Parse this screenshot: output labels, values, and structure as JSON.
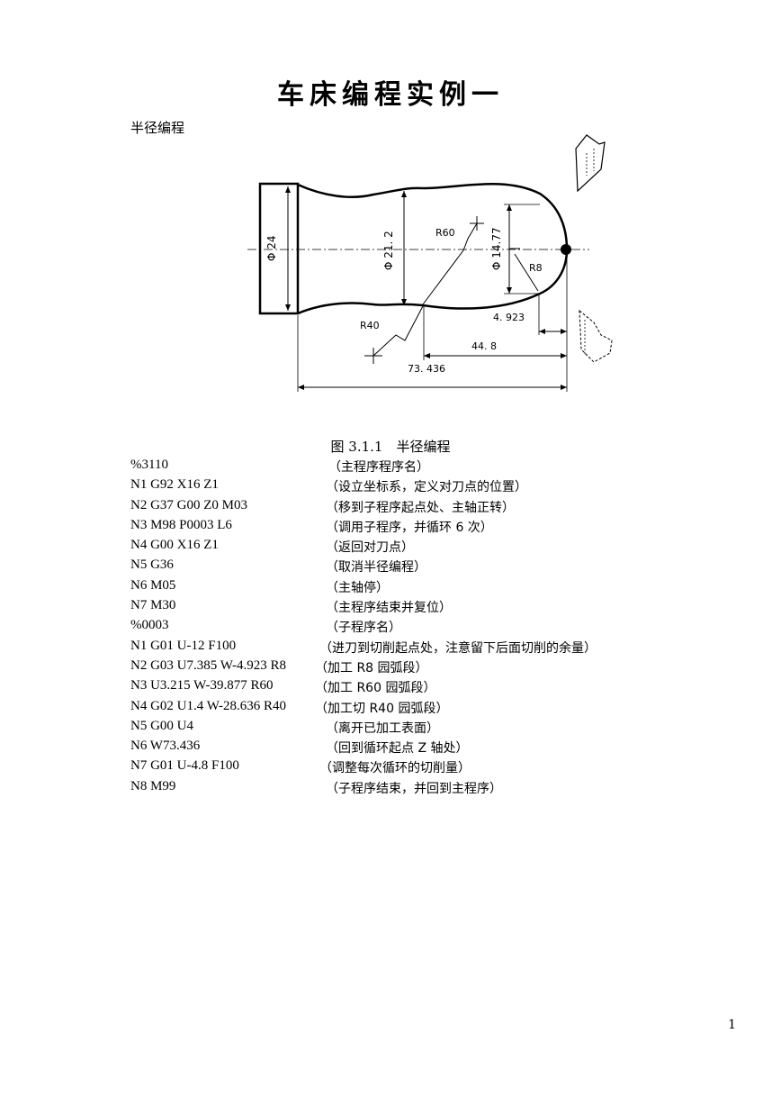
{
  "title": "车床编程实例一",
  "subtitle": "半径编程",
  "figure": {
    "caption": "图 3.1.1　半径编程",
    "labels": {
      "dia24": "Φ 24",
      "dia21": "Φ 21. 2",
      "dia14": "Φ 14.77",
      "r60": "R60",
      "r8": "R8",
      "r40": "R40",
      "dim4923": "4. 923",
      "dim448": "44. 8",
      "dim73436": "73. 436"
    }
  },
  "program": [
    {
      "code": "%3110",
      "comment": "（主程序程序名）"
    },
    {
      "code": "N1 G92 X16 Z1",
      "comment": "（设立坐标系，定义对刀点的位置）"
    },
    {
      "code": "N2 G37 G00 Z0 M03",
      "comment": "（移到子程序起点处、主轴正转）"
    },
    {
      "code": "N3 M98 P0003 L6",
      "comment": "（调用子程序，并循环 6 次）"
    },
    {
      "code": "N4 G00 X16 Z1",
      "comment": "（返回对刀点）"
    },
    {
      "code": "N5 G36",
      "comment": "（取消半径编程）"
    },
    {
      "code": "N6 M05",
      "comment": "（主轴停）"
    },
    {
      "code": "N7 M30",
      "comment": "（主程序结束并复位）"
    },
    {
      "code": "%0003",
      "comment": "（子程序名）"
    },
    {
      "code": "N1 G01 U-12 F100",
      "comment": "（进刀到切削起点处，注意留下后面切削的余量）"
    },
    {
      "code": "N2 G03 U7.385 W-4.923 R8",
      "comment": "（加工 R8 园弧段）"
    },
    {
      "code": "N3 U3.215 W-39.877 R60",
      "comment": "（加工 R60 园弧段）"
    },
    {
      "code": "N4 G02 U1.4 W-28.636 R40",
      "comment": "（加工切 R40 园弧段）"
    },
    {
      "code": "N5 G00 U4",
      "comment": "（离开已加工表面）"
    },
    {
      "code": "N6 W73.436",
      "comment": "（回到循环起点 Z 轴处）"
    },
    {
      "code": "N7 G01 U-4.8 F100",
      "comment": "（调整每次循环的切削量）"
    },
    {
      "code": "N8 M99",
      "comment": "（子程序结束，并回到主程序）"
    }
  ],
  "page_number": "1"
}
